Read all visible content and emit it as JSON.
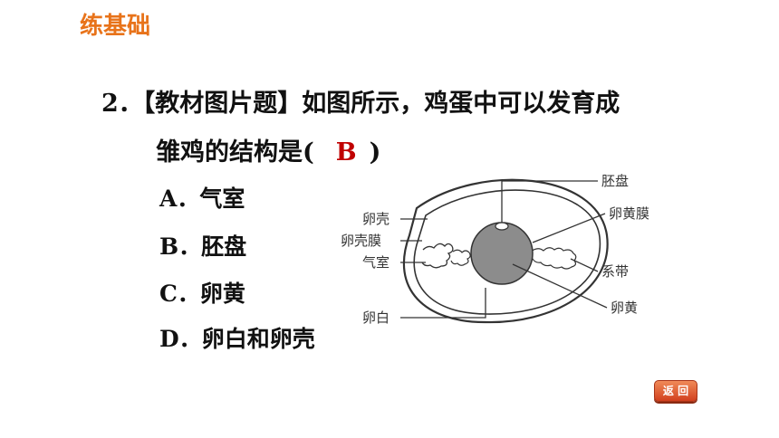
{
  "header": {
    "section_title": "练基础"
  },
  "question": {
    "number": "2．",
    "text_line1": "【教材图片题】如图所示，鸡蛋中可以发育成",
    "text_line2_before": "雏鸡的结构是(",
    "answer": "B",
    "text_line2_after": ")"
  },
  "options": [
    {
      "letter": "A．",
      "text": "气室"
    },
    {
      "letter": "B．",
      "text": "胚盘"
    },
    {
      "letter": "C．",
      "text": "卵黄"
    },
    {
      "letter": "D．",
      "text": "卵白和卵壳"
    }
  ],
  "diagram": {
    "labels": {
      "germinal_disc": "胚盘",
      "shell": "卵壳",
      "yolk_membrane": "卵黄膜",
      "shell_membrane": "卵壳膜",
      "chalaza": "系带",
      "air_cell": "气室",
      "yolk": "卵黄",
      "albumen": "卵白"
    }
  },
  "controls": {
    "return_label": "返 回"
  }
}
